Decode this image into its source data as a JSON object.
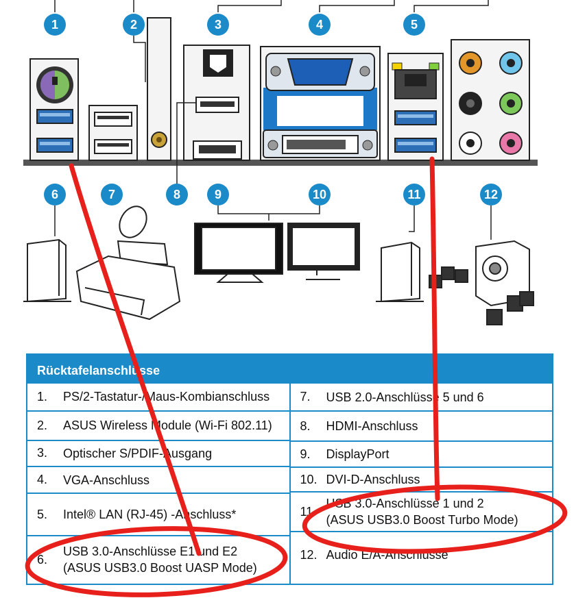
{
  "callouts": [
    "1",
    "2",
    "3",
    "4",
    "5",
    "6",
    "7",
    "8",
    "9",
    "10",
    "11",
    "12"
  ],
  "colors": {
    "accent": "#1b8ac8",
    "annotation": "#e8201c"
  },
  "table": {
    "title": "Rücktafelanschlüsse",
    "left": [
      {
        "num": "1.",
        "text": "PS/2-Tastatur-/Maus-Kombianschluss"
      },
      {
        "num": "2.",
        "text": "ASUS Wireless Module (Wi-Fi 802.11)"
      },
      {
        "num": "3.",
        "text": "Optischer S/PDIF-Ausgang"
      },
      {
        "num": "4.",
        "text": "VGA-Anschluss"
      },
      {
        "num": "5.",
        "text": "Intel® LAN (RJ-45) -Anschluss*"
      },
      {
        "num": "6.",
        "text": "USB 3.0-Anschlüsse E1 und E2",
        "text2": "(ASUS USB3.0 Boost UASP Mode)"
      }
    ],
    "right": [
      {
        "num": "7.",
        "text": "USB 2.0-Anschlüsse 5 und 6"
      },
      {
        "num": "8.",
        "text": "HDMI-Anschluss"
      },
      {
        "num": "9.",
        "text": "DisplayPort"
      },
      {
        "num": "10.",
        "text": "DVI-D-Anschluss"
      },
      {
        "num": "11.",
        "text": "USB 3.0-Anschlüsse 1 und 2",
        "text2": "(ASUS USB3.0 Boost Turbo Mode)"
      },
      {
        "num": "12.",
        "text": "Audio E/A-Anschlüsse"
      }
    ]
  }
}
